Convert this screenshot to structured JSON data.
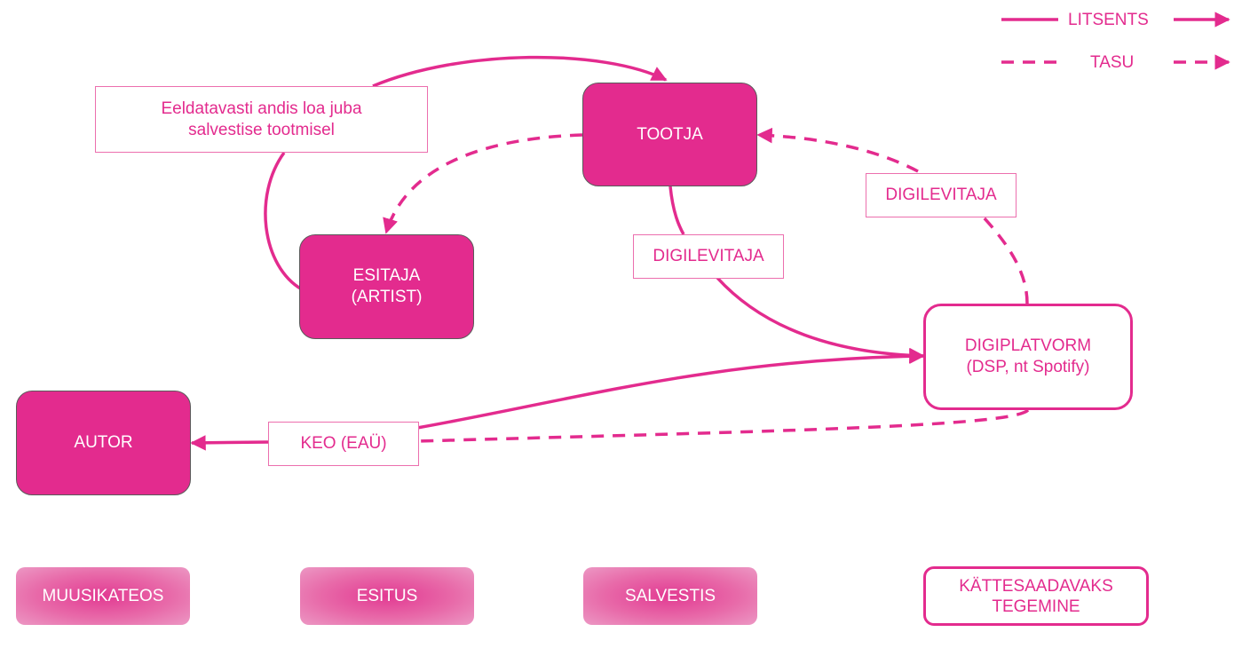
{
  "colors": {
    "accent": "#e32b8e",
    "node_border": "#5a5a5a",
    "label_border": "#ec6fae",
    "text_on_accent": "#ffffff"
  },
  "legend": {
    "license": {
      "label": "LITSENTS",
      "style": "solid"
    },
    "fee": {
      "label": "TASU",
      "style": "dashed"
    }
  },
  "nodes": {
    "tootja": {
      "line1": "TOOTJA"
    },
    "esitaja": {
      "line1": "ESITAJA",
      "line2": "(ARTIST)"
    },
    "autor": {
      "line1": "AUTOR"
    },
    "digiplatvorm": {
      "line1": "DIGIPLATVORM",
      "line2": "(DSP, nt Spotify)"
    }
  },
  "edge_labels": {
    "note": {
      "line1": "Eeldatavasti andis loa juba",
      "line2": "salvestise tootmisel"
    },
    "digilevitaja_license": "DIGILEVITAJA",
    "digilevitaja_fee": "DIGILEVITAJA",
    "keo": "KEO (EAÜ)"
  },
  "edges": [
    {
      "from": "esitaja",
      "to": "tootja",
      "type": "license",
      "via": "note"
    },
    {
      "from": "tootja",
      "to": "esitaja",
      "type": "fee"
    },
    {
      "from": "tootja",
      "to": "digiplatvorm",
      "type": "license",
      "via": "digilevitaja_license"
    },
    {
      "from": "digiplatvorm",
      "to": "tootja",
      "type": "fee",
      "via": "digilevitaja_fee"
    },
    {
      "from": "autor",
      "to": "digiplatvorm",
      "type": "license",
      "via": "keo"
    },
    {
      "from": "digiplatvorm",
      "to": "autor",
      "type": "fee",
      "via": "keo"
    }
  ],
  "stages": [
    {
      "label": "MUUSIKATEOS"
    },
    {
      "label": "ESITUS"
    },
    {
      "label": "SALVESTIS"
    },
    {
      "line1": "KÄTTESAADAVAKS",
      "line2": "TEGEMINE"
    }
  ]
}
